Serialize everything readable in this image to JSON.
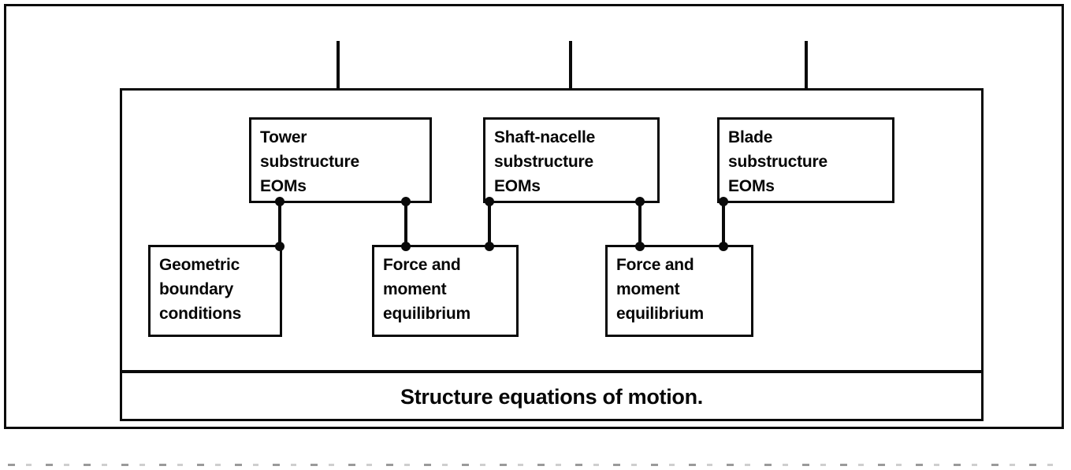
{
  "figure": {
    "caption": "Structure equations of motion.",
    "ink_color": "#0a0a0a",
    "background_color": "#ffffff"
  },
  "substructure_boxes": [
    {
      "id": "tower",
      "lines": [
        "Tower",
        "substructure",
        "EOMs"
      ],
      "line1": "Tower",
      "line2": "substructure",
      "line3": "EOMs"
    },
    {
      "id": "shaft-nacelle",
      "lines": [
        "Shaft-nacelle",
        "substructure",
        "EOMs"
      ],
      "line1": "Shaft-nacelle",
      "line2": "substructure",
      "line3": "EOMs"
    },
    {
      "id": "blade",
      "lines": [
        "Blade",
        "substructure",
        "EOMs"
      ],
      "line1": "Blade",
      "line2": "substructure",
      "line3": "EOMs"
    }
  ],
  "condition_boxes": [
    {
      "id": "geometric-boundary-conditions",
      "lines": [
        "Geometric",
        "boundary",
        "conditions"
      ],
      "line1": "Geometric",
      "line2": "boundary",
      "line3": "conditions"
    },
    {
      "id": "force-moment-equilibrium-left",
      "lines": [
        "Force and",
        "moment",
        "equilibrium"
      ],
      "line1": "Force and",
      "line2": "moment",
      "line3": "equilibrium"
    },
    {
      "id": "force-moment-equilibrium-right",
      "lines": [
        "Force and",
        "moment",
        "equilibrium"
      ],
      "line1": "Force and",
      "line2": "moment",
      "line3": "equilibrium"
    }
  ],
  "input_arrows": [
    {
      "id": "arrow-into-tower",
      "target": "tower"
    },
    {
      "id": "arrow-into-shaft-nacelle",
      "target": "shaft-nacelle"
    },
    {
      "id": "arrow-into-blade",
      "target": "blade"
    }
  ],
  "connectors": [
    {
      "id": "tower-to-geometric-boundary-conditions",
      "from": "tower",
      "to": "geometric-boundary-conditions"
    },
    {
      "id": "tower-to-force-moment-equilibrium-left",
      "from": "tower",
      "to": "force-moment-equilibrium-left"
    },
    {
      "id": "shaft-nacelle-to-force-moment-equilibrium-left",
      "from": "shaft-nacelle",
      "to": "force-moment-equilibrium-left"
    },
    {
      "id": "shaft-nacelle-to-force-moment-equilibrium-right",
      "from": "shaft-nacelle",
      "to": "force-moment-equilibrium-right"
    },
    {
      "id": "blade-to-force-moment-equilibrium-right",
      "from": "blade",
      "to": "force-moment-equilibrium-right"
    }
  ]
}
